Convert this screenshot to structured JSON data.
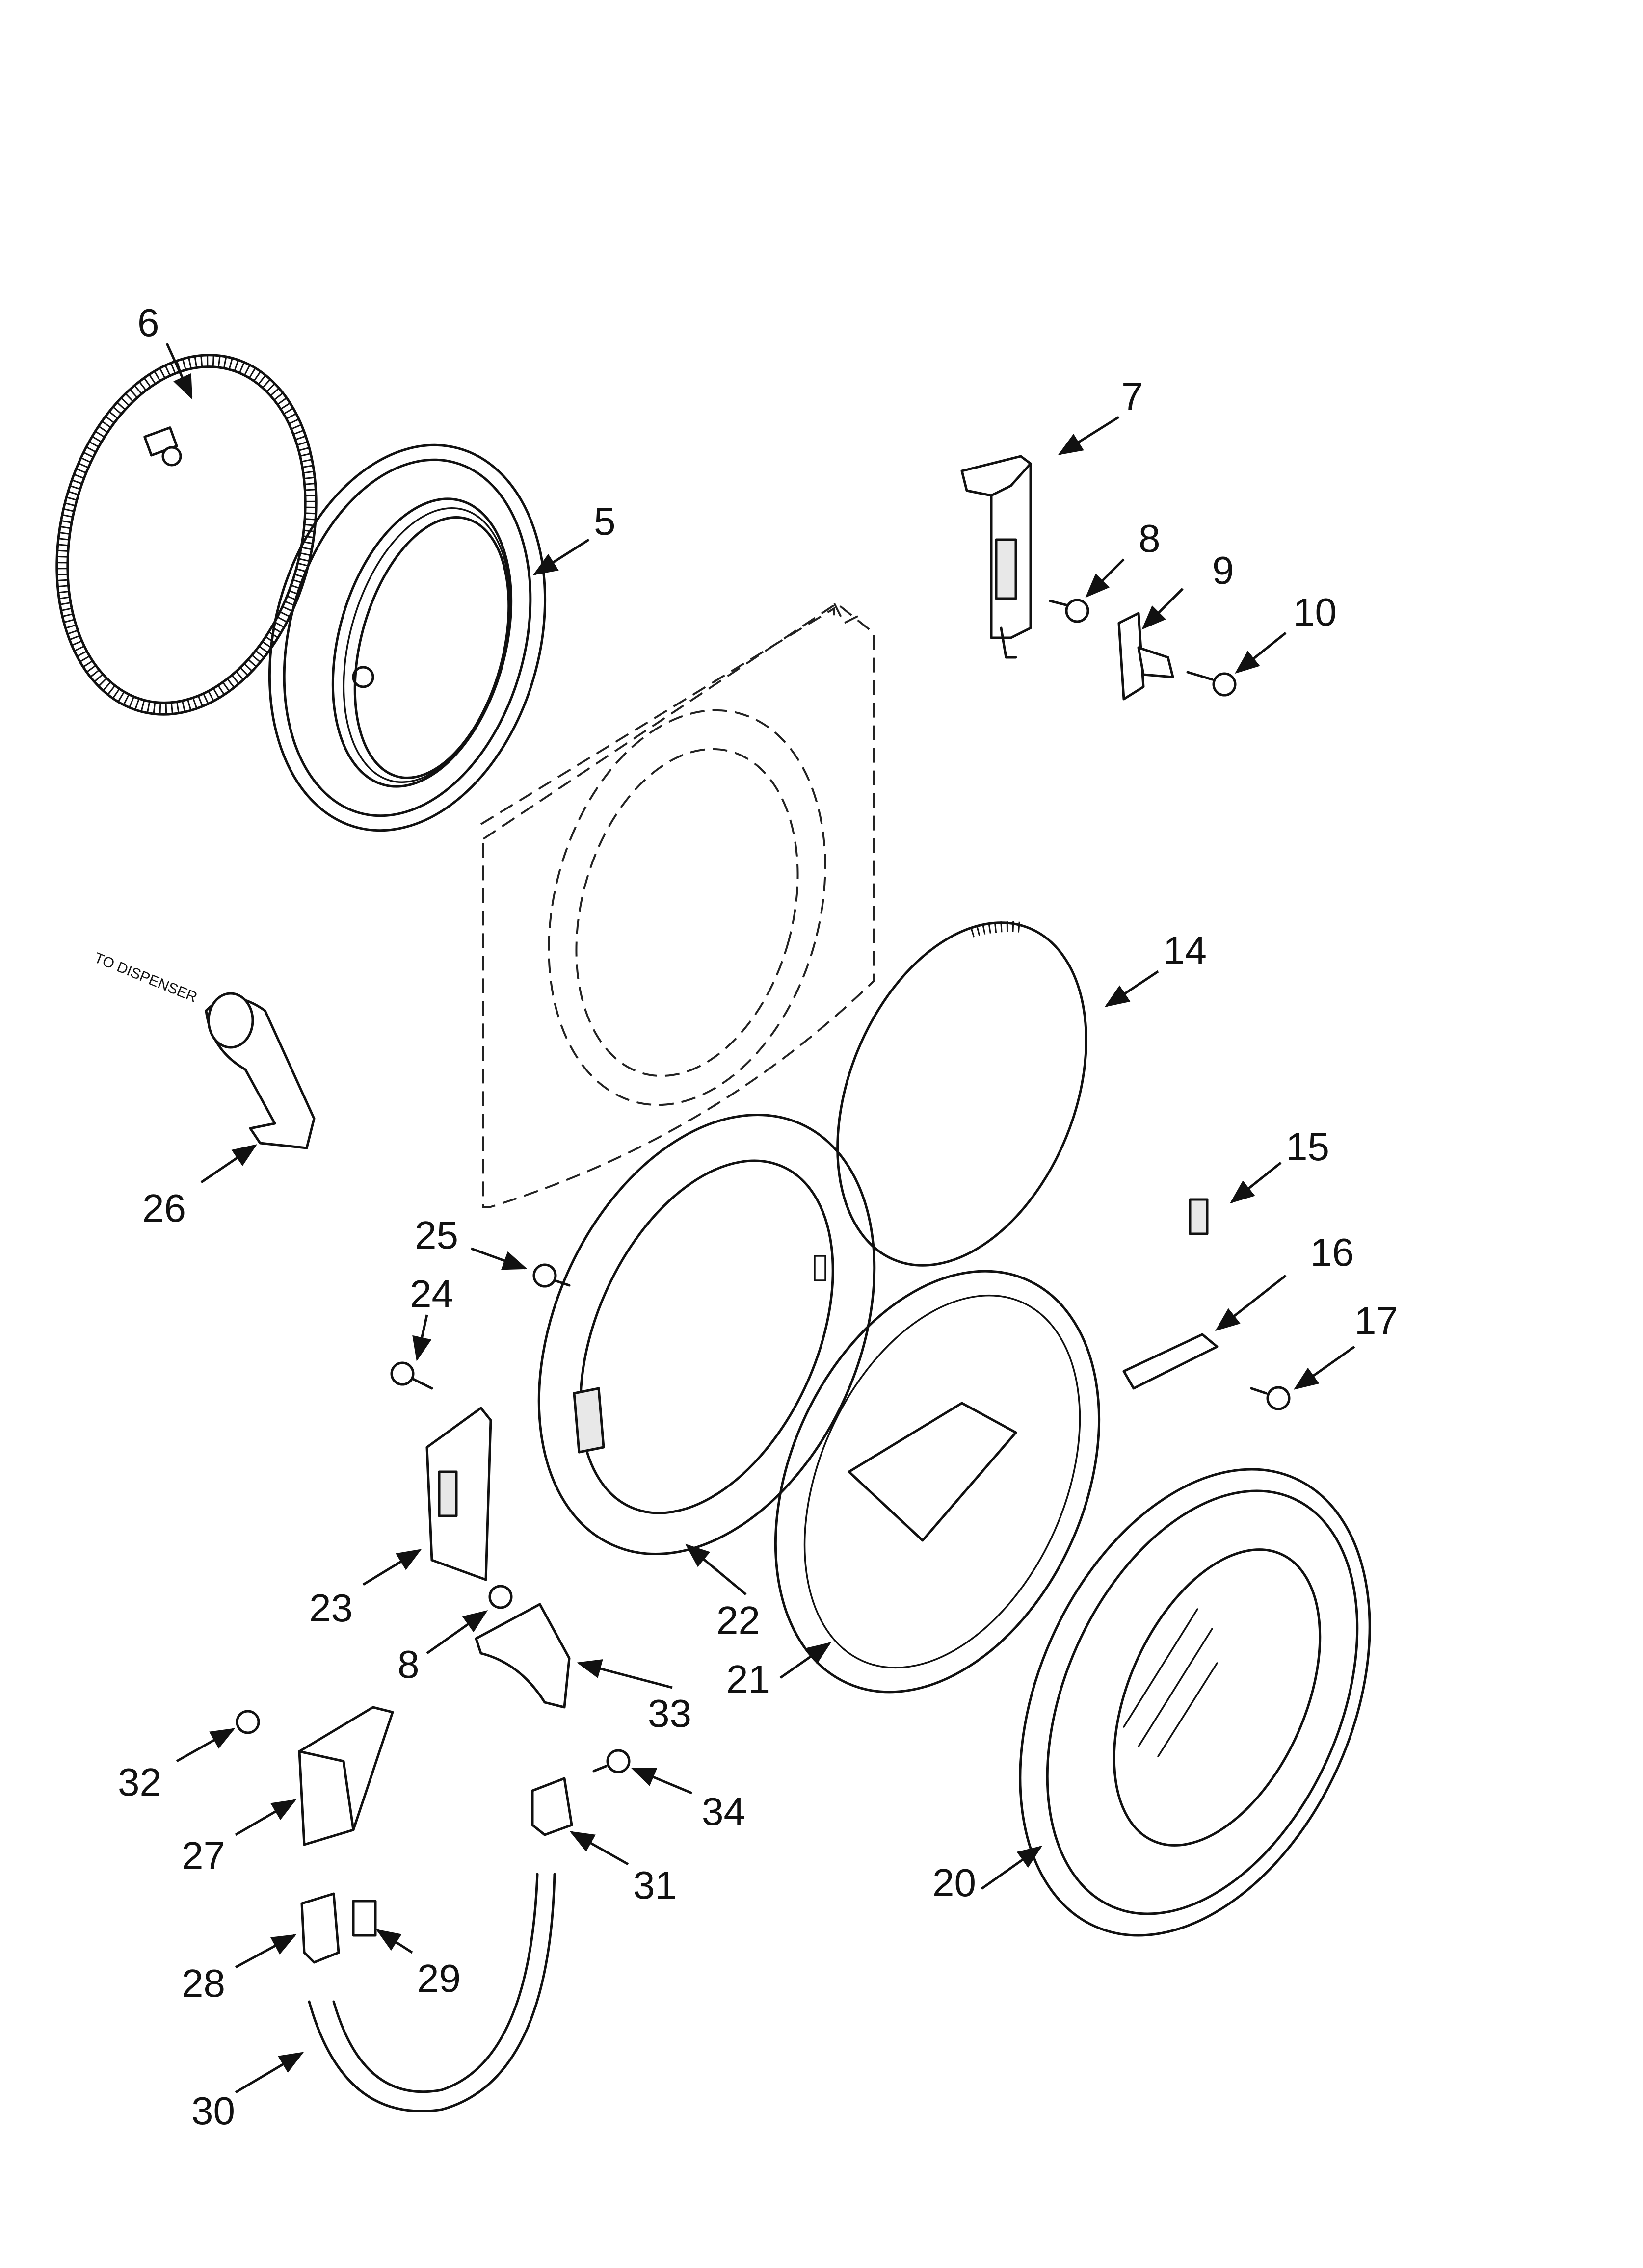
{
  "diagram": {
    "note": "TO DISPENSER",
    "labels": {
      "l5": "5",
      "l6": "6",
      "l7": "7",
      "l8a": "8",
      "l8b": "8",
      "l9": "9",
      "l10": "10",
      "l14": "14",
      "l15": "15",
      "l16": "16",
      "l17": "17",
      "l20": "20",
      "l21": "21",
      "l22": "22",
      "l23": "23",
      "l24": "24",
      "l25": "25",
      "l26": "26",
      "l27": "27",
      "l28": "28",
      "l29": "29",
      "l30": "30",
      "l31": "31",
      "l32": "32",
      "l33": "33",
      "l34": "34"
    }
  }
}
